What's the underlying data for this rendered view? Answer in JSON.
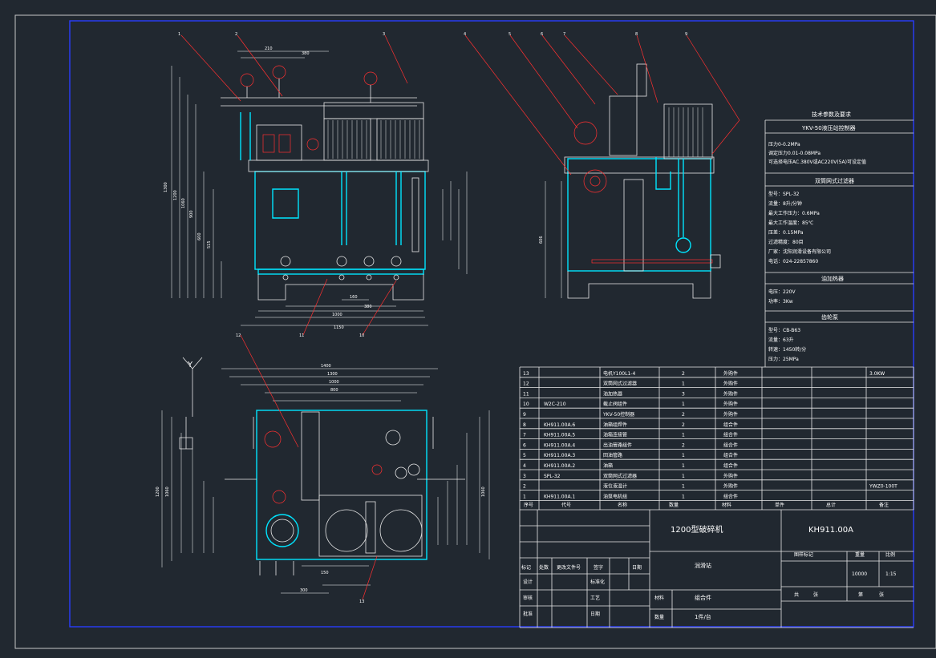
{
  "balloons_front": [
    "1",
    "2",
    "3"
  ],
  "balloons_side": [
    "4",
    "5",
    "6",
    "7",
    "8",
    "9"
  ],
  "balloons_bottom": [
    "11",
    "10"
  ],
  "balloons_plan": [
    "12",
    "13"
  ],
  "view_axis_label": "Y",
  "tech_specs": {
    "title": "技术参数及要求",
    "sec1_title": "YKV-50液压站控制器",
    "sec1_lines": [
      "压力0-0.2MPa",
      "调定压力0.01-0.08MPa",
      "可选择电压AC.380V或AC220V(5A)可设定值"
    ],
    "sec2_title": "双筒网式过滤器",
    "sec2_lines": [
      "型号：SPL-32",
      "流量：8升/分钟",
      "最大工作压力：0.6MPa",
      "最大工作温度：85℃",
      "压差：0.15MPa",
      "过滤精度：80目",
      "厂家：沈阳润滑设备有限公司",
      "电话：024-22857860"
    ],
    "sec3_title": "油加热器",
    "sec3_lines": [
      "电压：220V",
      "功率：3Kw"
    ],
    "sec4_title": "齿轮泵",
    "sec4_lines": [
      "型号：CB-B63",
      "流量：63升",
      "转速：1450转/分",
      "压力：25MPa"
    ]
  },
  "parts_rows": [
    {
      "no": "13",
      "code": "",
      "name": "电机Y100L1-4",
      "qty": "2",
      "mat": "外购件",
      "note": "3.0KW"
    },
    {
      "no": "12",
      "code": "",
      "name": "双筒网式过滤器",
      "qty": "1",
      "mat": "外购件",
      "note": ""
    },
    {
      "no": "11",
      "code": "",
      "name": "油加热器",
      "qty": "3",
      "mat": "外购件",
      "note": ""
    },
    {
      "no": "10",
      "code": "W2C-210",
      "name": "截止阀组件",
      "qty": "1",
      "mat": "外购件",
      "note": ""
    },
    {
      "no": "9",
      "code": "",
      "name": "YKV-50控制器",
      "qty": "2",
      "mat": "外购件",
      "note": ""
    },
    {
      "no": "8",
      "code": "KH911.00A.6",
      "name": "油箱组焊件",
      "qty": "2",
      "mat": "组合件",
      "note": ""
    },
    {
      "no": "7",
      "code": "KH911.00A.5",
      "name": "油箱连接管",
      "qty": "1",
      "mat": "组合件",
      "note": ""
    },
    {
      "no": "6",
      "code": "KH911.00A.4",
      "name": "出油管路组件",
      "qty": "2",
      "mat": "组合件",
      "note": ""
    },
    {
      "no": "5",
      "code": "KH911.00A.3",
      "name": "回油管路",
      "qty": "1",
      "mat": "组合件",
      "note": ""
    },
    {
      "no": "4",
      "code": "KH911.00A.2",
      "name": "油箱",
      "qty": "1",
      "mat": "组合件",
      "note": ""
    },
    {
      "no": "3",
      "code": "SPL-32",
      "name": "双筒网式过滤器",
      "qty": "1",
      "mat": "外购件",
      "note": ""
    },
    {
      "no": "2",
      "code": "",
      "name": "液位液温计",
      "qty": "1",
      "mat": "外购件",
      "note": "YWZ0-100T"
    },
    {
      "no": "1",
      "code": "KH911.00A.1",
      "name": "油泵电机组",
      "qty": "1",
      "mat": "组合件",
      "note": ""
    }
  ],
  "parts_header": {
    "no": "序号",
    "code": "代号",
    "name": "名称",
    "qty": "数量",
    "mat": "材料",
    "weight_single": "单件",
    "weight_total": "总计",
    "note": "备注"
  },
  "title_block": {
    "product": "1200型破碎机",
    "drawing_no": "KH911.00A",
    "drawing_name": "润滑站",
    "material_label": "材料",
    "material_value": "组合件",
    "qty_label": "数量",
    "qty_value": "1件/台",
    "stage_label": "图样标记",
    "weight_label": "重量",
    "scale_label": "比例",
    "weight_value": "10000",
    "scale_value": "1:15",
    "sheet_label": "共",
    "sheet_of_label": "第",
    "sheet_unit": "张",
    "rows_left": [
      "标记",
      "处数",
      "更改文件号",
      "签字",
      "日期"
    ],
    "designer": "设计",
    "std": "标准化",
    "checker": "审核",
    "craft": "工艺",
    "approve": "批准",
    "date": "日期"
  }
}
